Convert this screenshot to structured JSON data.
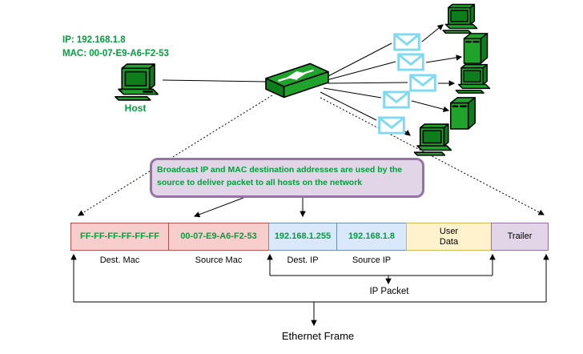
{
  "source_host": {
    "ip": "IP: 192.168.1.8",
    "mac": "MAC: 00-07-E9-A6-F2-53",
    "label": "Host"
  },
  "callout": {
    "text": "Broadcast IP and MAC destination addresses are used by the source to deliver packet to all hosts on the network"
  },
  "frame": {
    "fields": [
      {
        "value": "FF-FF-FF-FF-FF-FF",
        "label": "Dest. Mac",
        "bg": "#F8CECC",
        "border": "#B85450",
        "value_color": "#00A03C"
      },
      {
        "value": "00-07-E9-A6-F2-53",
        "label": "Source Mac",
        "bg": "#F8CECC",
        "border": "#B85450",
        "value_color": "#00A03C"
      },
      {
        "value": "192.168.1.255",
        "label": "Dest. IP",
        "bg": "#DAE8FC",
        "border": "#6C8EBF",
        "value_color": "#00A03C"
      },
      {
        "value": "192.168.1.8",
        "label": "Source IP",
        "bg": "#DAE8FC",
        "border": "#6C8EBF",
        "value_color": "#00A03C"
      },
      {
        "value": "User Data",
        "label": "",
        "bg": "#FFF2CC",
        "border": "#D6B656",
        "value_color": "#000000"
      },
      {
        "value": "Trailer",
        "label": "",
        "bg": "#E1D5E7",
        "border": "#9673A6",
        "value_color": "#000000"
      }
    ],
    "ip_packet_label": "IP Packet",
    "ethernet_frame_label": "Ethernet Frame"
  },
  "icons": {
    "source_host": "desktop-computer-icon",
    "switch": "network-switch-icon",
    "packet": "envelope-icon",
    "dest_hosts": [
      "desktop-computer-icon",
      "server-tower-icon",
      "desktop-computer-icon",
      "server-tower-icon",
      "desktop-computer-icon"
    ]
  },
  "colors": {
    "green_text": "#00A03C",
    "icon_green": "#1FA32B",
    "icon_green_dark": "#0E7E1D",
    "envelope_cyan": "#7EDAF3",
    "callout_bg": "#E1D5E7",
    "callout_border": "#9673A6",
    "line_black": "#000000"
  }
}
